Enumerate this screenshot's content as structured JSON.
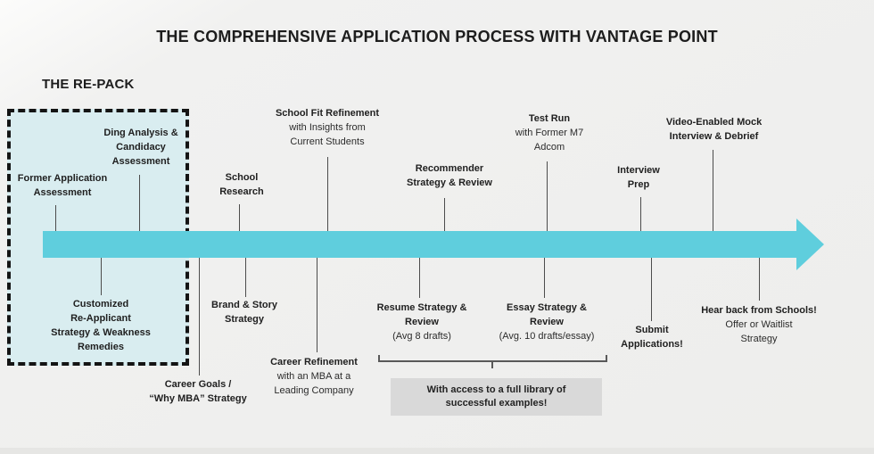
{
  "title": "THE COMPREHENSIVE APPLICATION PROCESS WITH VANTAGE POINT",
  "repack": {
    "label": "THE RE-PACK"
  },
  "colors": {
    "arrow": "#5fcedd",
    "repack_fill": "#d9edf0",
    "callout_fill": "#d9d9d9",
    "background": "#f0f0ef"
  },
  "milestones_above": [
    {
      "title": "Former Application\nAssessment",
      "sub": ""
    },
    {
      "title": "Ding Analysis &\nCandidacy\nAssessment",
      "sub": ""
    },
    {
      "title": "School\nResearch",
      "sub": ""
    },
    {
      "title": "School Fit Refinement",
      "sub": "with Insights from\nCurrent Students"
    },
    {
      "title": "Recommender\nStrategy & Review",
      "sub": ""
    },
    {
      "title": "Test Run",
      "sub": "with Former M7\nAdcom"
    },
    {
      "title": "Interview\nPrep",
      "sub": ""
    },
    {
      "title": "Video-Enabled Mock\nInterview & Debrief",
      "sub": ""
    }
  ],
  "milestones_below": [
    {
      "title": "Customized\nRe-Applicant\nStrategy & Weakness\nRemedies",
      "sub": ""
    },
    {
      "title": "Brand & Story\nStrategy",
      "sub": ""
    },
    {
      "title": "Career Goals /\n“Why MBA” Strategy",
      "sub": ""
    },
    {
      "title": "Career Refinement",
      "sub": "with an MBA at a\nLeading Company"
    },
    {
      "title": "Resume Strategy &\nReview",
      "sub": "(Avg 8 drafts)"
    },
    {
      "title": "Essay Strategy &\nReview",
      "sub": "(Avg. 10 drafts/essay)"
    },
    {
      "title": "Submit\nApplications!",
      "sub": ""
    },
    {
      "title": "Hear back from Schools!",
      "sub": "Offer or Waitlist\nStrategy"
    }
  ],
  "callout": {
    "text": "With access to a full library of\nsuccessful examples!"
  }
}
